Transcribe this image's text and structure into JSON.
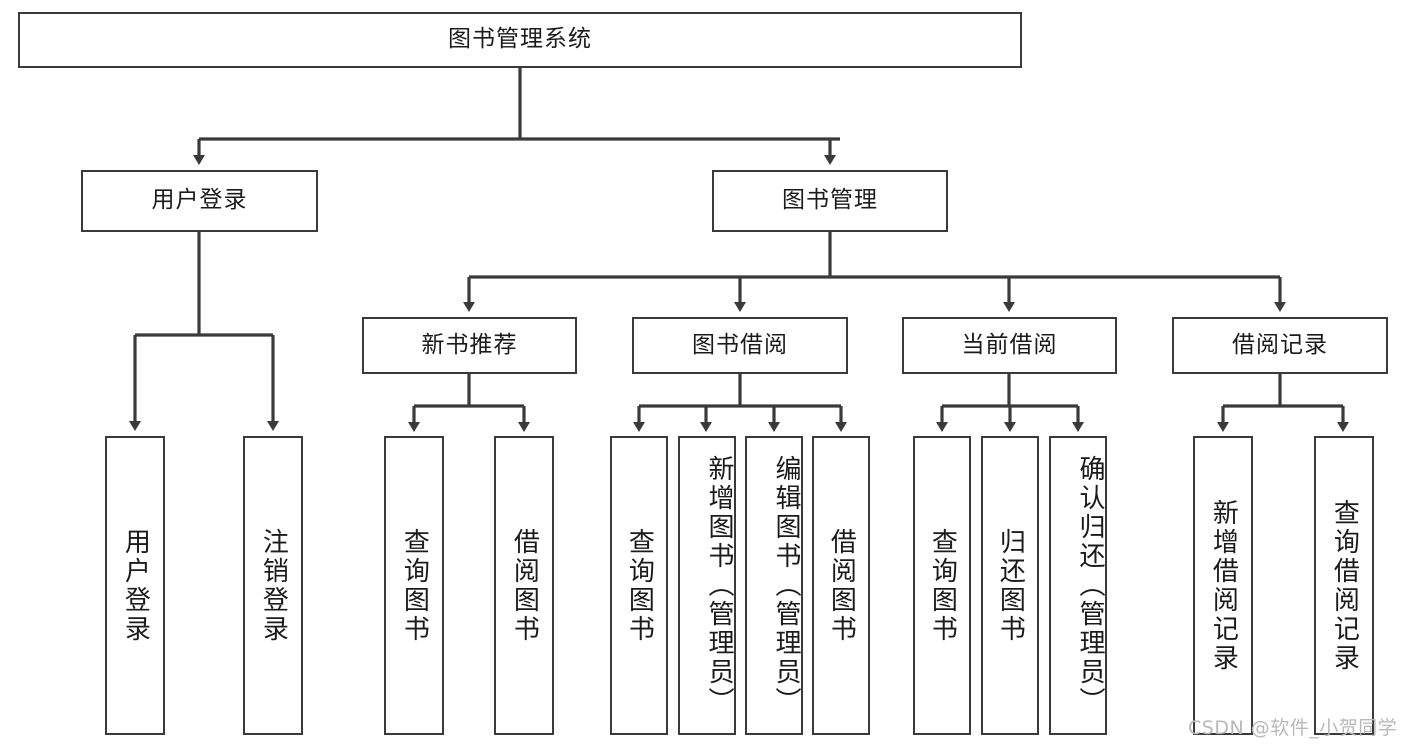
{
  "diagram": {
    "title": "图书管理系统",
    "type": "tree-hierarchy",
    "root": {
      "label": "图书管理系统"
    },
    "level2": [
      {
        "label": "用户登录"
      },
      {
        "label": "图书管理"
      }
    ],
    "level3": [
      {
        "label": "新书推荐"
      },
      {
        "label": "图书借阅"
      },
      {
        "label": "当前借阅"
      },
      {
        "label": "借阅记录"
      }
    ],
    "leaves_user_login": [
      {
        "label": "用户登录"
      },
      {
        "label": "注销登录"
      }
    ],
    "leaves_new_books": [
      {
        "label": "查询图书"
      },
      {
        "label": "借阅图书"
      }
    ],
    "leaves_book_borrow": [
      {
        "label": "查询图书"
      },
      {
        "label": "新增图书（管理员）"
      },
      {
        "label": "编辑图书（管理员）"
      },
      {
        "label": "借阅图书"
      }
    ],
    "leaves_current_borrow": [
      {
        "label": "查询图书"
      },
      {
        "label": "归还图书"
      },
      {
        "label": "确认归还（管理员）"
      }
    ],
    "leaves_borrow_record": [
      {
        "label": "新增借阅记录"
      },
      {
        "label": "查询借阅记录"
      }
    ],
    "watermark": "CSDN @软件_小贺同学",
    "colors": {
      "stroke": "#3a3a3a",
      "background": "#ffffff",
      "text": "#1b1b1b",
      "watermark": "#b9b9b9"
    }
  }
}
